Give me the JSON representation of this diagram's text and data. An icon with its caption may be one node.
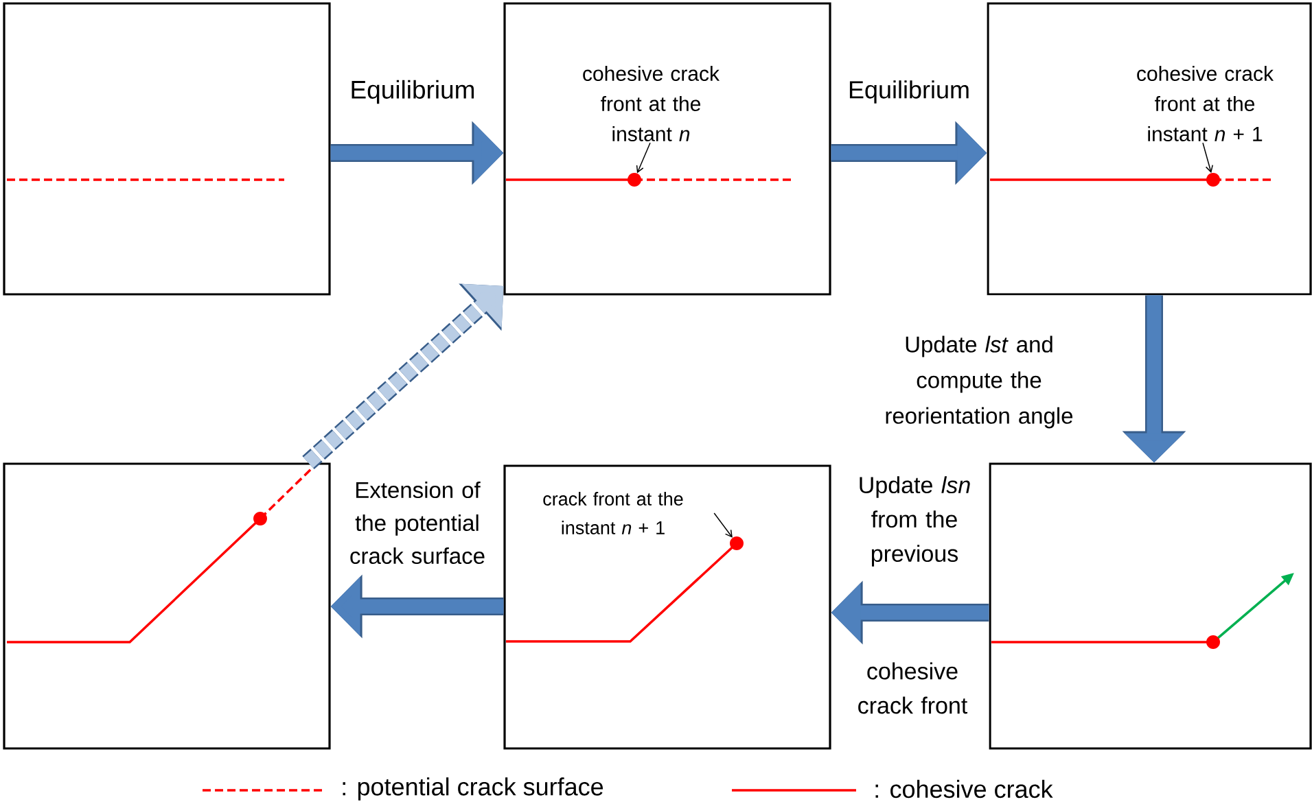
{
  "diagram": {
    "nodes": [
      {
        "text": [],
        "shape": "box"
      },
      {
        "text": [],
        "shape": "box"
      },
      {
        "text": [
          "cohesive crack front at the instant *n*"
        ],
        "in": 1
      },
      {
        "text": [],
        "shape": "circle",
        "in": 1
      },
      {
        "text": [],
        "shape": "box"
      },
      {
        "text": [
          "cohesive crack front at the instant *n* + 1"
        ],
        "in": 4
      },
      {
        "text": [],
        "shape": "circle",
        "in": 4
      },
      {
        "text": [],
        "shape": "box"
      },
      {
        "text": [],
        "shape": "box"
      },
      {
        "text": [
          "crack front at the instant *n* + 1"
        ],
        "in": 8
      },
      {
        "text": [],
        "shape": "circle",
        "in": 8
      },
      {
        "text": [],
        "shape": "box"
      }
    ],
    "edges": [
      {
        "from": 0,
        "to": 1,
        "arrow": "to",
        "label": "Equilibrium"
      },
      {
        "from": 1,
        "to": 4,
        "arrow": "to",
        "label": "Equilibrium"
      },
      {
        "from": 4,
        "to": 11,
        "arrow": "to",
        "label": "Update *lst* and compute the reorientation angle"
      },
      {
        "from": 11,
        "to": 8,
        "arrow": "to",
        "label": "Update *lsn* from the previous"
      },
      {
        "from": 8,
        "to": 7,
        "arrow": "to",
        "label": "Extension of the potential crack surface"
      },
      {
        "from": 7,
        "to": 1,
        "arrow": "to",
        "style": "dashed",
        "color": "#b9cde5"
      },
      {
        "from": 2,
        "to": 3,
        "arrow": "to",
        "color": "#000000"
      },
      {
        "from": 5,
        "to": 6,
        "arrow": "to",
        "color": "#000000"
      },
      {
        "from": 9,
        "to": 10,
        "arrow": "to",
        "color": "#000000"
      }
    ],
    "labels": [
      "cohesive crack front"
    ],
    "legend": [
      {
        "text": ": potential crack surface"
      },
      {
        "text": ": cohesive crack"
      }
    ]
  }
}
